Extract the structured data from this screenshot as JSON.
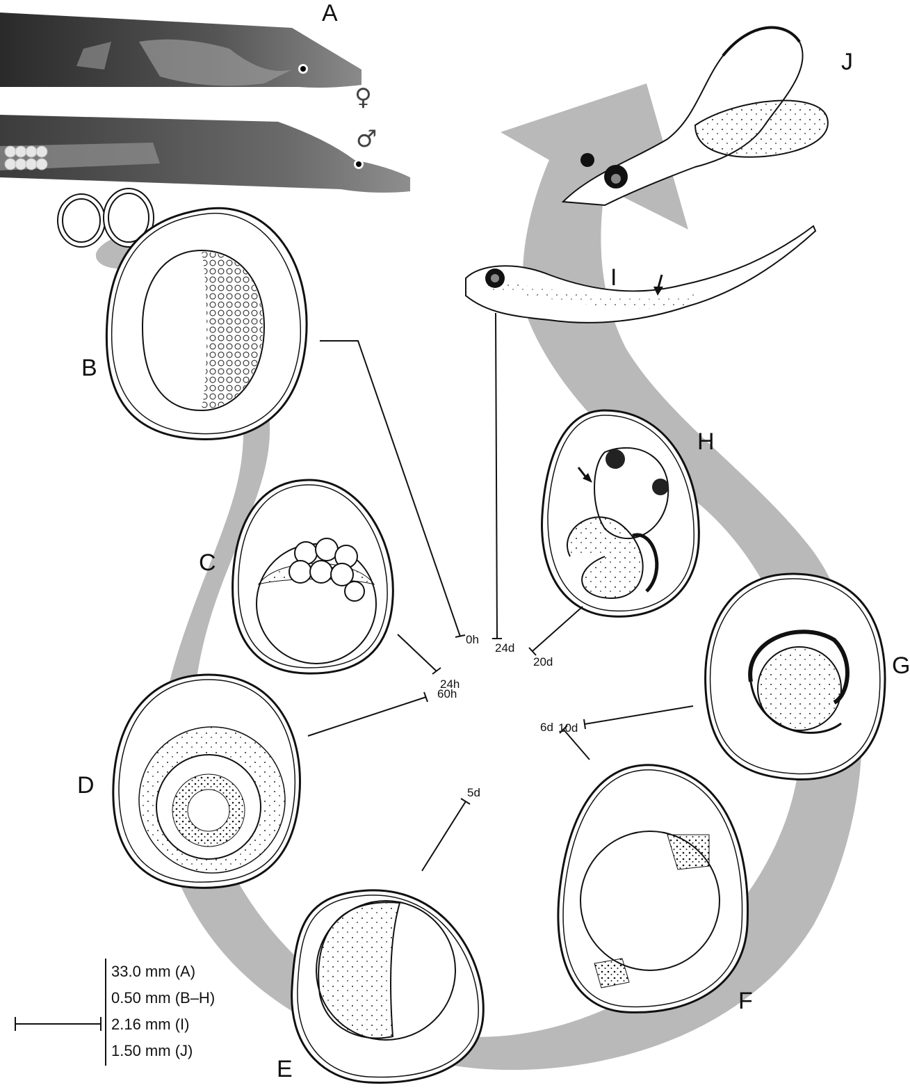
{
  "figure": {
    "panels": {
      "A": "A",
      "B": "B",
      "C": "C",
      "D": "D",
      "E": "E",
      "F": "F",
      "G": "G",
      "H": "H",
      "I": "I",
      "J": "J"
    },
    "sex_symbols": {
      "female": "♀",
      "male": "♂"
    },
    "timepoints": {
      "b": "0h",
      "c": "24h",
      "d": "60h",
      "e": "5d",
      "f": "6d",
      "g": "10d",
      "h": "20d",
      "i": "24d"
    },
    "scale_bar": {
      "entries": [
        "33.0 mm (A)",
        "0.50 mm (B–H)",
        "2.16 mm (I)",
        "1.50 mm (J)"
      ]
    }
  },
  "colors": {
    "arrow": "#b9b9b9",
    "ink": "#111111",
    "fish_dark": "#3a3a3a",
    "fish_light": "#9a9a9a"
  }
}
